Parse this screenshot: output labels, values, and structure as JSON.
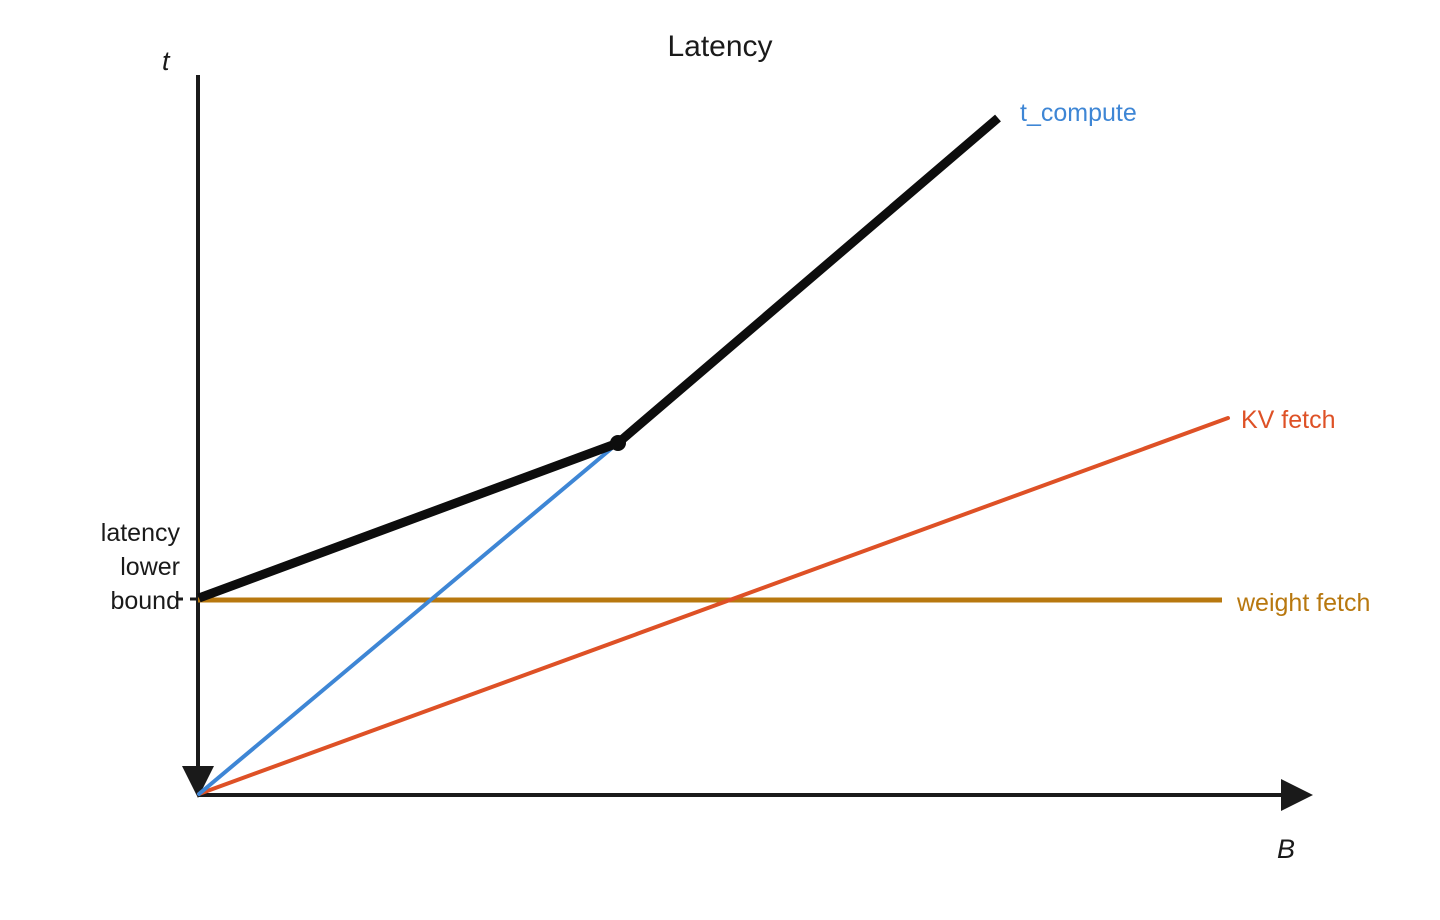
{
  "chart_data": {
    "type": "line",
    "title": "Latency",
    "xlabel": "B",
    "ylabel": "t",
    "grid": false,
    "legend_position": "right-inline-at-series-end",
    "xlim": [
      0,
      1.0
    ],
    "ylim": [
      0,
      1.0
    ],
    "annotations": [
      {
        "name": "latency-lower-bound",
        "text_lines": [
          "latency",
          "lower",
          "bound"
        ],
        "value": 0.275,
        "marker": "dashed-tick"
      },
      {
        "name": "knee-point",
        "x": 0.38,
        "y": 0.49,
        "marker": "dot"
      }
    ],
    "series": [
      {
        "name": "t_compute",
        "label": "t_compute",
        "color": "#3e86d5",
        "type": "line",
        "width": 4,
        "points": [
          [
            0.0,
            0.0
          ],
          [
            0.38,
            0.49
          ]
        ]
      },
      {
        "name": "kv_fetch",
        "label": "KV fetch",
        "color": "#de5126",
        "type": "line",
        "width": 4,
        "points": [
          [
            0.0,
            0.0
          ],
          [
            0.93,
            0.524
          ]
        ]
      },
      {
        "name": "weight_fetch",
        "label": "weight fetch",
        "color": "#b8780f",
        "type": "line",
        "width": 5,
        "points": [
          [
            0.0,
            0.275
          ],
          [
            0.925,
            0.275
          ]
        ]
      },
      {
        "name": "latency_envelope",
        "label": "",
        "color": "#0d0d0d",
        "type": "line",
        "width": 9,
        "points": [
          [
            0.0,
            0.275
          ],
          [
            0.38,
            0.49
          ],
          [
            0.725,
            0.94
          ]
        ]
      }
    ]
  },
  "axes": {
    "y_axis_label": "t",
    "x_axis_label": "B",
    "y_axis_arrow": "down",
    "x_axis_arrow": "right"
  },
  "labels": {
    "title": "Latency",
    "t_compute": "t_compute",
    "kv_fetch": "KV fetch",
    "weight_fetch": "weight fetch",
    "lower_bound_line1": "latency",
    "lower_bound_line2": "lower",
    "lower_bound_line3": "bound",
    "y_axis": "t",
    "x_axis": "B"
  },
  "colors": {
    "t_compute": "#3e86d5",
    "kv_fetch": "#de5126",
    "weight_fetch": "#b8780f",
    "envelope": "#0d0d0d",
    "axis": "#1a1a1a",
    "background": "#ffffff"
  }
}
